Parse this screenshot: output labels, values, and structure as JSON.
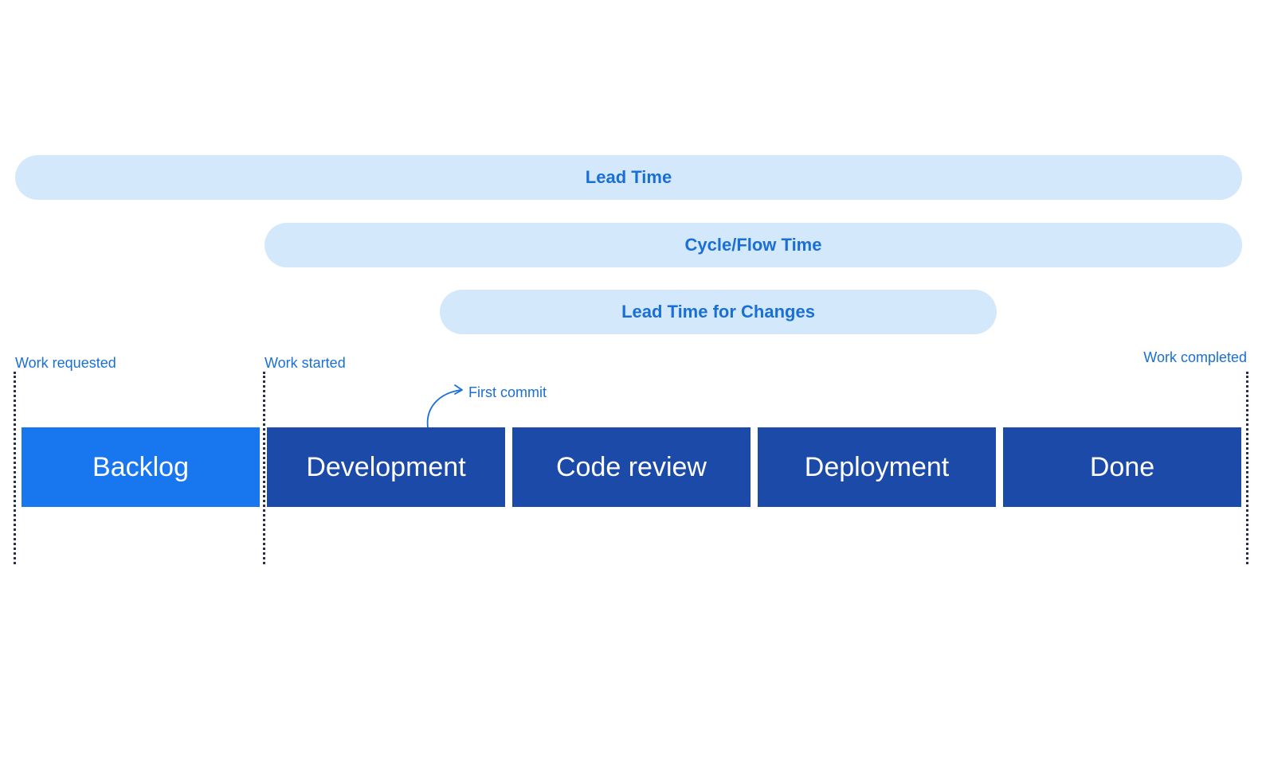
{
  "bars": {
    "lead_time": "Lead Time",
    "cycle_flow_time": "Cycle/Flow Time",
    "lead_time_for_changes": "Lead Time for Changes"
  },
  "markers": {
    "work_requested": "Work requested",
    "work_started": "Work started",
    "work_completed": "Work completed",
    "first_commit": "First commit"
  },
  "stages": [
    "Backlog",
    "Development",
    "Code review",
    "Deployment",
    "Done"
  ],
  "colors": {
    "pill_background": "#d3e8fb",
    "pill_text": "#1a6fd6",
    "stage_backlog": "#1877ee",
    "stage_other": "#1c4aa8",
    "marker_text": "#1a6fd6",
    "dotted_line": "#2b2f4a"
  },
  "icons": {
    "first_commit": "curved-arrow-icon"
  }
}
